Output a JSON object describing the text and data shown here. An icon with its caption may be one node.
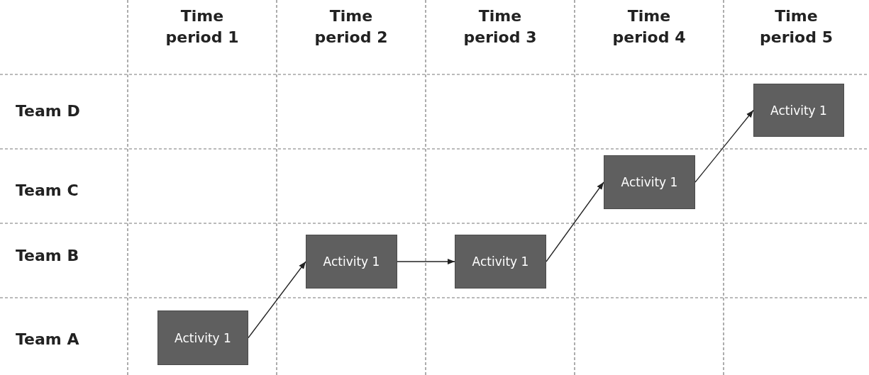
{
  "diagram": {
    "nodes": [
      {
        "text": [
          "Activity 1"
        ]
      },
      {
        "text": [
          "Activity 1"
        ]
      },
      {
        "text": [
          "Activity 1"
        ]
      },
      {
        "text": [
          "Activity 1"
        ]
      },
      {
        "text": [
          "Activity 1"
        ]
      }
    ],
    "edges": [
      {
        "from": 0,
        "to": 1,
        "arrow": "to"
      },
      {
        "from": 1,
        "to": 2,
        "arrow": "to"
      },
      {
        "from": 2,
        "to": 3,
        "arrow": "to"
      },
      {
        "from": 3,
        "to": 4,
        "arrow": "to"
      }
    ],
    "labels": [
      "Time period 1",
      "Time period 2",
      "Time period 3",
      "Time period 4",
      "Time period 5",
      "Team D",
      "Team C",
      "Team B",
      "Team A"
    ]
  }
}
